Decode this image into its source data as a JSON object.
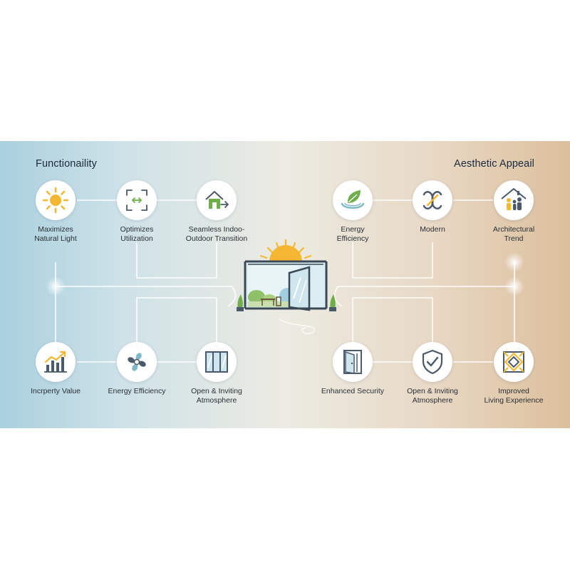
{
  "headings": {
    "left": "Functionaility",
    "right": "Aesthetic Appeail"
  },
  "left_top": [
    {
      "label_line1": "Maximizes",
      "label_line2": "Natural Light",
      "icon": "sun-icon"
    },
    {
      "label_line1": "Optimizes",
      "label_line2": "Utilization",
      "icon": "expand-arrows-icon"
    },
    {
      "label_line1": "Seamless Indoo-",
      "label_line2": "Outdoor Transition",
      "icon": "house-arrow-icon"
    }
  ],
  "right_top": [
    {
      "label_line1": "Energy",
      "label_line2": "Efficiency",
      "icon": "leaf-icon"
    },
    {
      "label_line1": "Modern",
      "label_line2": "",
      "icon": "link-icon"
    },
    {
      "label_line1": "Architectural",
      "label_line2": "Trend",
      "icon": "family-house-icon"
    }
  ],
  "left_bottom": [
    {
      "label_line1": "Incrperty Value",
      "label_line2": "",
      "icon": "bar-chart-icon"
    },
    {
      "label_line1": "Energy Efficiency",
      "label_line2": "",
      "icon": "fan-icon"
    },
    {
      "label_line1": "Open & Inviting",
      "label_line2": "Atmosphere",
      "icon": "sliding-window-icon"
    }
  ],
  "right_bottom": [
    {
      "label_line1": "Enhanced Security",
      "label_line2": "",
      "icon": "door-icon"
    },
    {
      "label_line1": "Open & Inviting",
      "label_line2": "Atmosphere",
      "icon": "shield-check-icon"
    },
    {
      "label_line1": "Improved",
      "label_line2": "Living Experience",
      "icon": "diamond-frame-icon"
    }
  ],
  "center_icon": "sliding-door-patio-icon",
  "colors": {
    "panel_left": "#a9d0de",
    "panel_right": "#dcbf9c",
    "sun": "#f5b731",
    "icon_dark": "#4b5a6a",
    "icon_green": "#6fae4b",
    "icon_blue": "#7fb8c9",
    "line": "#ffffff"
  }
}
